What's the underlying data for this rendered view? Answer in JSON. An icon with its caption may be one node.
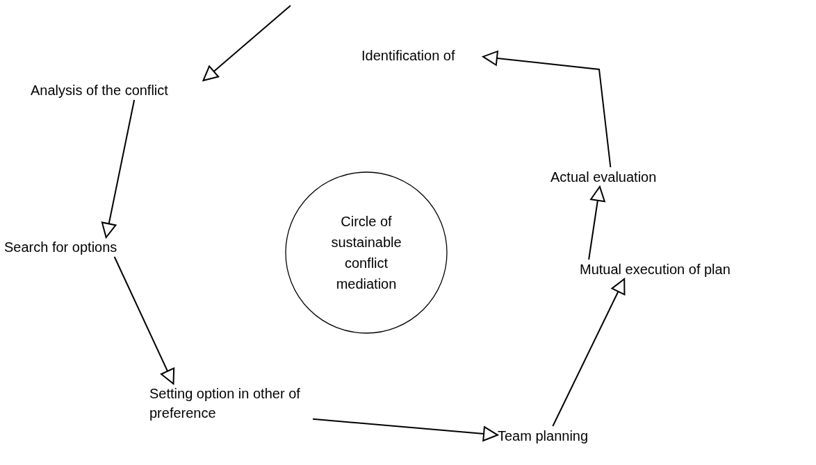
{
  "diagram": {
    "nodes": [
      {
        "text": [
          "Identification of"
        ]
      },
      {
        "text": [
          "Analysis of the conflict"
        ]
      },
      {
        "text": [
          "Actual evaluation"
        ]
      },
      {
        "text": [
          "Circle of sustainable conflict mediation"
        ]
      },
      {
        "text": [
          "Search for options"
        ]
      },
      {
        "text": [
          "Mutual execution of plan"
        ]
      },
      {
        "text": [
          "Setting option in other of preference"
        ]
      },
      {
        "text": [
          "Team planning"
        ]
      }
    ],
    "edges": [
      {
        "from": null,
        "to": 1,
        "arrow": "to"
      },
      {
        "from": 1,
        "to": 4,
        "arrow": "to"
      },
      {
        "from": 4,
        "to": 6,
        "arrow": "to"
      },
      {
        "from": 6,
        "to": 7,
        "arrow": "to"
      },
      {
        "from": 7,
        "to": 5,
        "arrow": "to"
      },
      {
        "from": 5,
        "to": 2,
        "arrow": "to"
      },
      {
        "from": 2,
        "to": 0,
        "arrow": "to"
      }
    ]
  }
}
